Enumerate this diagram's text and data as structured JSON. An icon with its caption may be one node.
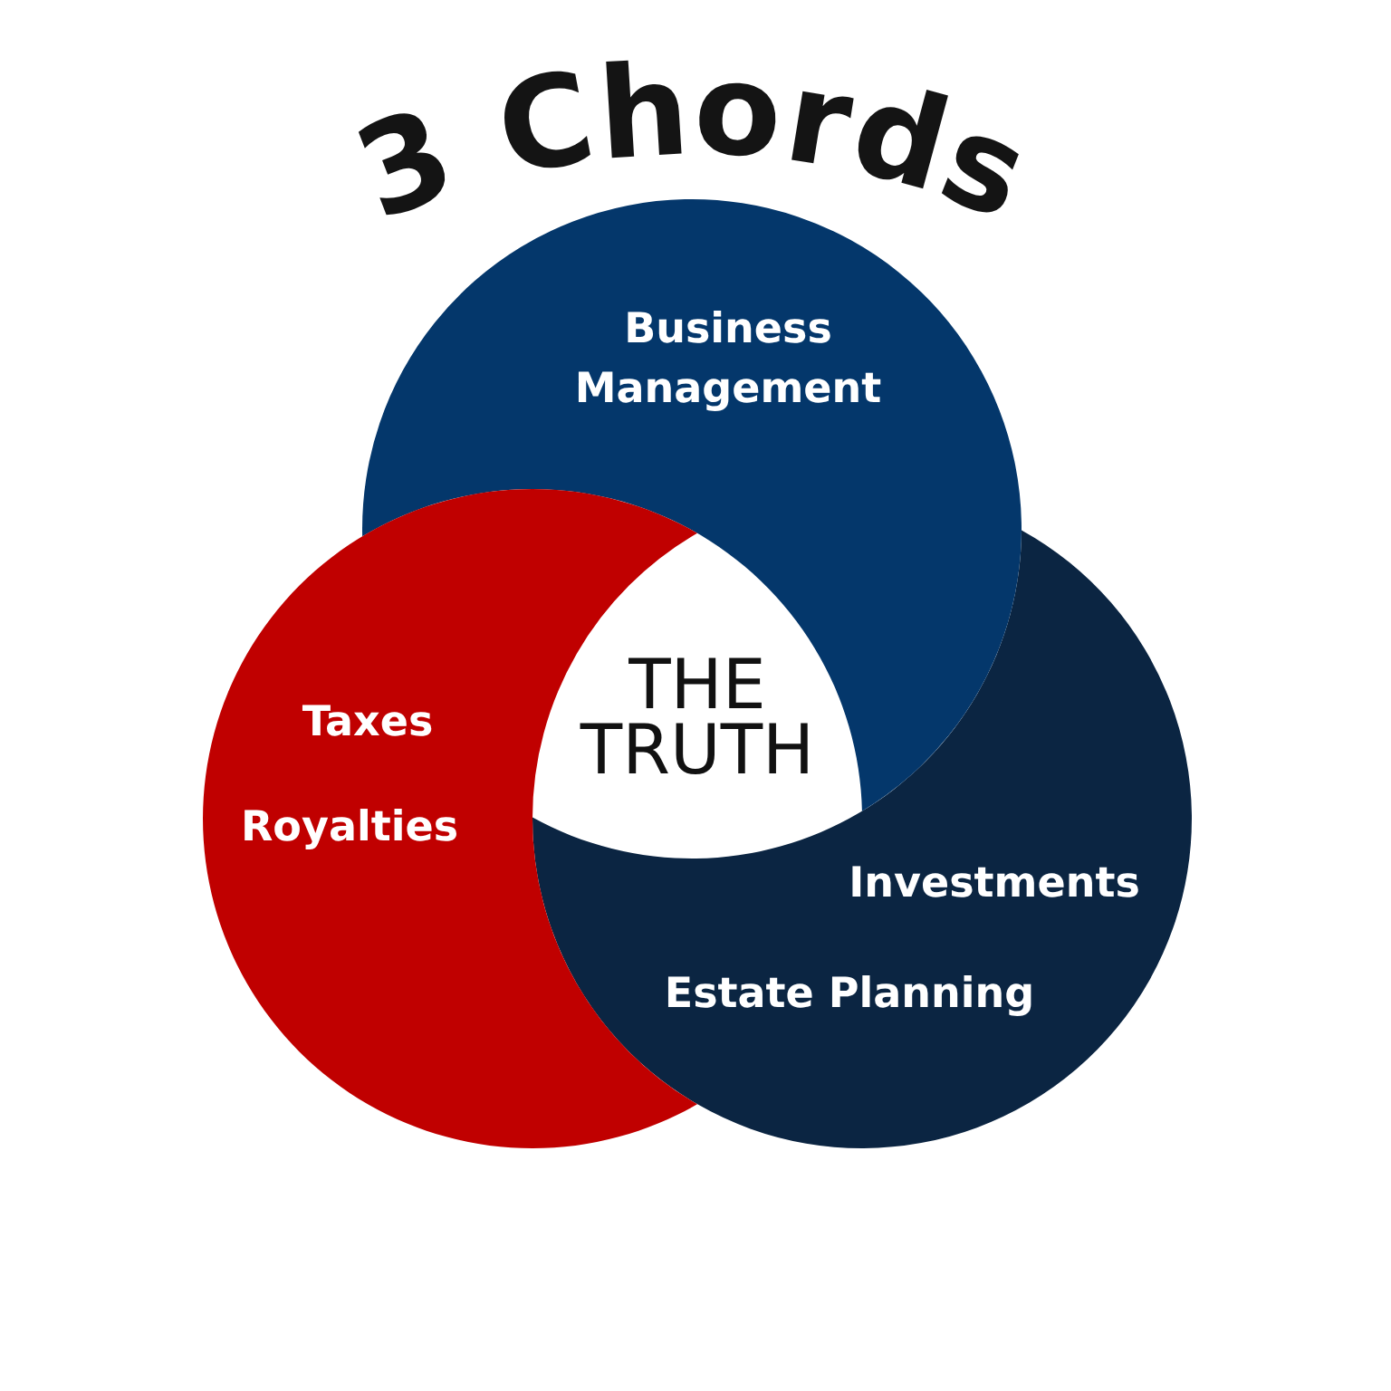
{
  "diagram": {
    "title": "3 Chords",
    "nodes": [
      {
        "text": [
          "Business Management"
        ]
      },
      {
        "text": [
          "Taxes",
          "Royalties"
        ]
      },
      {
        "text": [
          "THE TRUTH"
        ]
      },
      {
        "text": [
          "Investments",
          "Estate Planning"
        ]
      }
    ]
  }
}
